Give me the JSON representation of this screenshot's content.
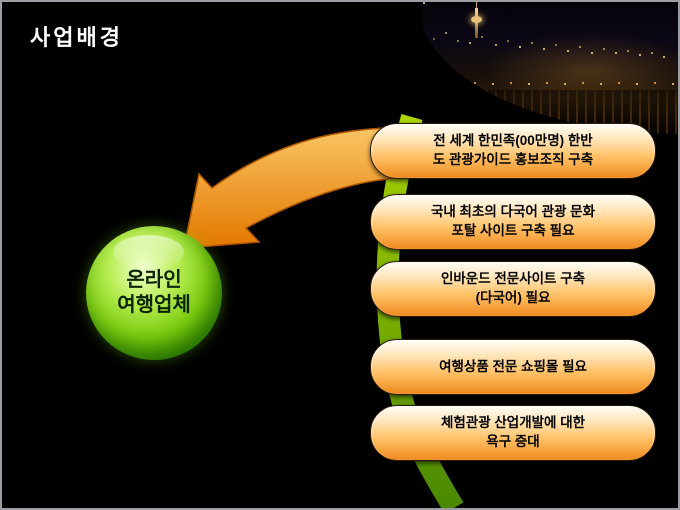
{
  "slide": {
    "title": "사업배경",
    "photo": "city-night-photo",
    "center_node": {
      "lines": [
        "온라인",
        "여행업체"
      ]
    },
    "items": [
      {
        "lines": [
          "전 세계 한민족(00만명) 한반",
          "도 관광가이드 홍보조직 구축"
        ]
      },
      {
        "lines": [
          "국내 최초의 다국어 관광 문화",
          "포탈 사이트 구축 필요"
        ]
      },
      {
        "lines": [
          "인바운드 전문사이트 구축",
          "(다국어) 필요"
        ]
      },
      {
        "lines": [
          "여행상품 전문 쇼핑몰 필요"
        ]
      },
      {
        "lines": [
          "체험관광 산업개발에 대한",
          "욕구 증대"
        ]
      }
    ],
    "colors": {
      "background": "#000000",
      "title_text": "#ffffff",
      "box_fill_top": "#fffdf6",
      "box_fill_bottom": "#ef8a1f",
      "box_border": "#2b1a06",
      "box_text": "#000000",
      "arrow_orange_light": "#ffc966",
      "arrow_orange_dark": "#e87a00",
      "swoosh_green_light": "#b5e000",
      "swoosh_green_dark": "#4d8f00",
      "sphere_green_light": "#f2ffcf",
      "sphere_green_dark": "#236d00",
      "sphere_text": "#0a2400"
    }
  }
}
